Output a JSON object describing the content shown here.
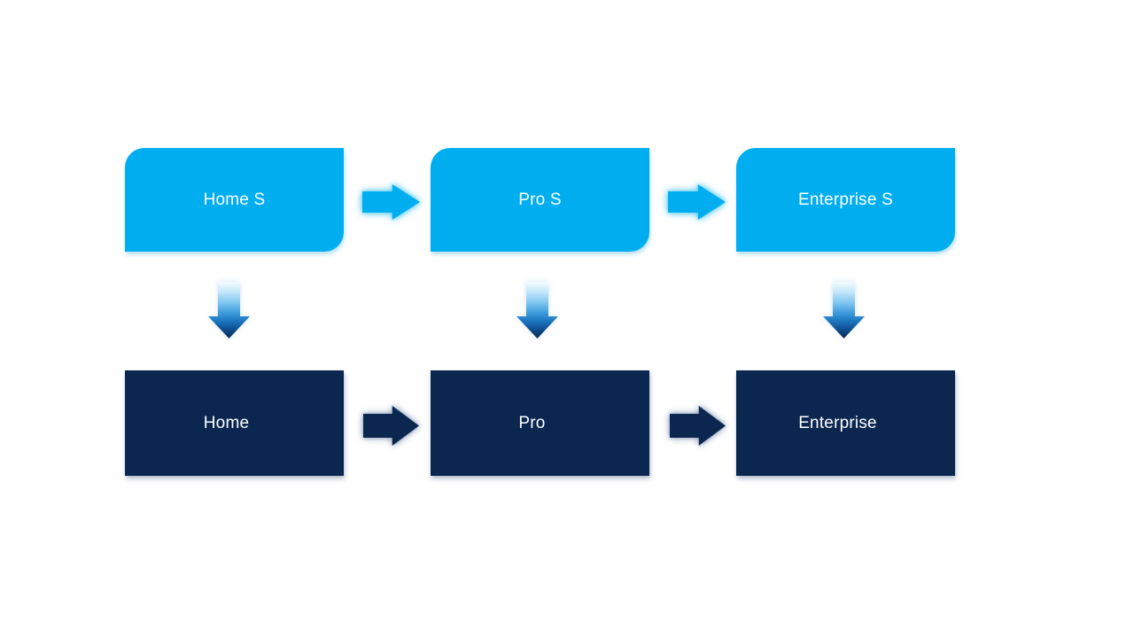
{
  "slide": {
    "background": "#FFFFFF",
    "diagram": {
      "top_row": [
        {
          "label": "Home S"
        },
        {
          "label": "Pro S"
        },
        {
          "label": "Enterprise S"
        }
      ],
      "bottom_row": [
        {
          "label": "Home"
        },
        {
          "label": "Pro"
        },
        {
          "label": "Enterprise"
        }
      ]
    },
    "colors": {
      "top_node_fill": "#00AEEF",
      "bottom_node_fill": "#0B2750",
      "label_text": "#FFFFFF",
      "top_arrow_glow": "#8FD9F8",
      "bottom_arrow_glow": "#7A93B4",
      "down_arrow_gradient_top": "#F4FBFE",
      "down_arrow_gradient_bottom": "#0A2850"
    },
    "icons": {
      "right_arrow": "right-arrow-icon (block arrow pointing right, CSS clip-path)",
      "down_arrow": "down-arrow-icon (block arrow pointing down, gradient fill, CSS clip-path)"
    }
  }
}
